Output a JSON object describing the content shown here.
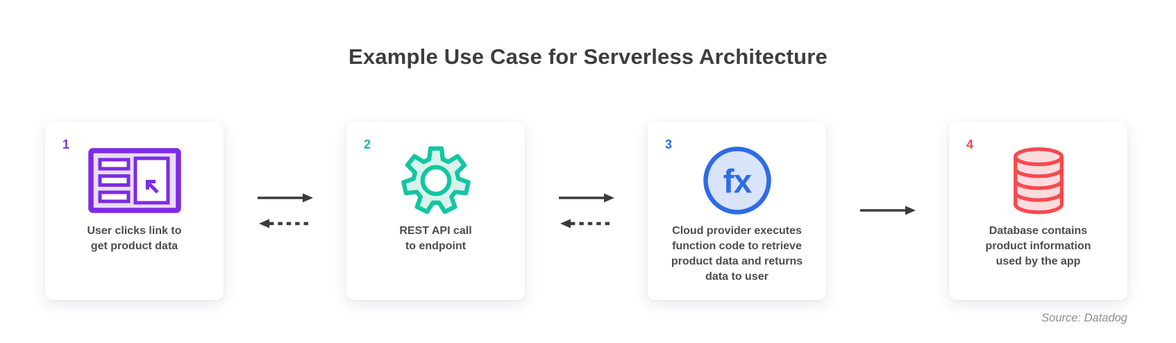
{
  "title": "Example Use Case for Serverless Architecture",
  "source": "Source: Datadog",
  "colors": {
    "purple": "#7d2be6",
    "purple_light": "#e9ddf8",
    "teal": "#12c6a2",
    "teal_light": "#d8f3ec",
    "blue": "#2e6ce6",
    "blue_light": "#d9e4fa",
    "red": "#f8484e",
    "red_light": "#fcdcdd",
    "arrow": "#3b3b3b",
    "title_text": "#3d3d3d",
    "caption_text": "#4c4c4c",
    "source_text": "#8d8d8d"
  },
  "steps": [
    {
      "number": "1",
      "icon": "browser-window-icon",
      "accent": "#7d2be6",
      "caption": "User clicks link to\nget product data"
    },
    {
      "number": "2",
      "icon": "gear-icon",
      "accent": "#12c6a2",
      "caption": "REST API call\nto endpoint"
    },
    {
      "number": "3",
      "icon": "function-fx-icon",
      "icon_label": "fx",
      "accent": "#2e6ce6",
      "caption": "Cloud provider executes\nfunction code to retrieve\nproduct data and returns\ndata to user"
    },
    {
      "number": "4",
      "icon": "database-icon",
      "accent": "#f8484e",
      "caption": "Database contains\nproduct information\nused by the app"
    }
  ],
  "connectors": [
    {
      "arrows": [
        "arrow-right-solid",
        "arrow-left-dashed"
      ]
    },
    {
      "arrows": [
        "arrow-right-solid",
        "arrow-left-dashed"
      ]
    },
    {
      "arrows": [
        "arrow-right-solid"
      ]
    }
  ]
}
